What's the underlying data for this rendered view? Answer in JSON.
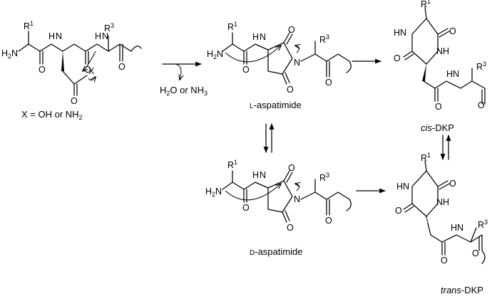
{
  "scheme": {
    "start": {
      "r1": "R",
      "r1_sup": "1",
      "r3": "R",
      "r3_sup": "3",
      "h2n": "H",
      "h2n_sub": "2",
      "h2n_n": "N",
      "nh": "H",
      "nh_n": "N",
      "x": "X",
      "o": "O",
      "x_caption": "X = OH or NH",
      "x_caption_sub": "2"
    },
    "step1_byproduct": {
      "text": "H",
      "sub1": "2",
      "mid": "O or NH",
      "sub2": "3"
    },
    "l_aspatimide": {
      "prefix": "L",
      "name": "-aspatimide",
      "n": "N",
      "o": "O"
    },
    "d_aspatimide": {
      "prefix": "D",
      "name": "-aspatimide"
    },
    "cis_dkp": {
      "stereo": "cis",
      "name": "-DKP",
      "hn": "HN",
      "nh": "NH",
      "h": "H",
      "o": "O"
    },
    "trans_dkp": {
      "stereo": "trans",
      "name": "-DKP"
    }
  }
}
